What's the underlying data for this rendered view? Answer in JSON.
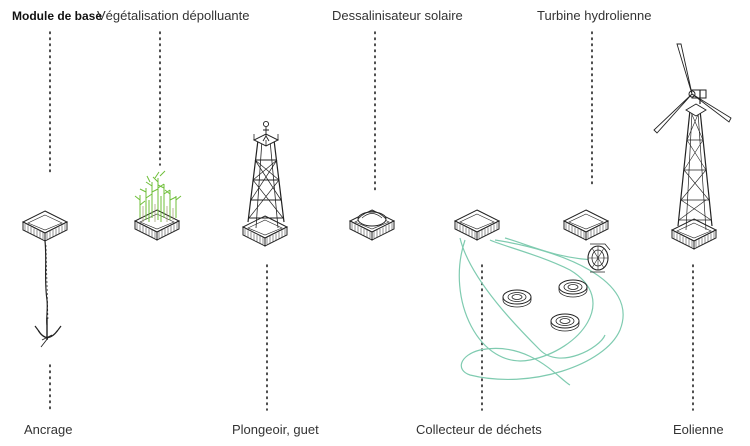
{
  "labels": {
    "module_de_base": "Module de base",
    "vegetalisation": "Végétalisation dépolluante",
    "dessalinisateur": "Dessalinisateur solaire",
    "turbine": "Turbine hydrolienne",
    "ancrage": "Ancrage",
    "plongeoir": "Plongeoir, guet",
    "collecteur": "Collecteur de déchets",
    "eolienne": "Eolienne"
  },
  "colors": {
    "ink": "#222222",
    "plant": "#6fbf3a",
    "current": "#7fcbb0"
  }
}
